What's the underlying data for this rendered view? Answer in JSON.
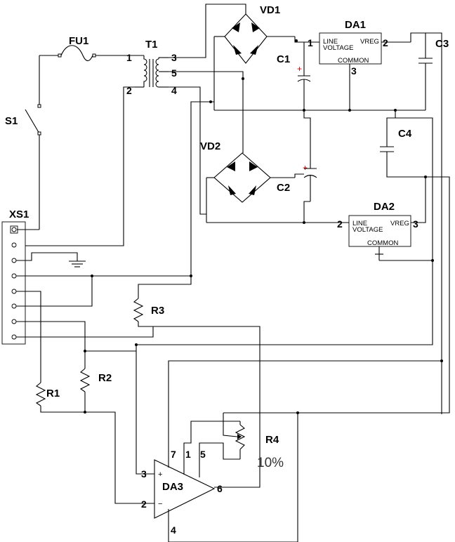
{
  "components": {
    "fu1": "FU1",
    "t1": "T1",
    "vd1": "VD1",
    "da1": "DA1",
    "c1": "C1",
    "c3": "C3",
    "s1": "S1",
    "c4": "C4",
    "vd2": "VD2",
    "c2": "C2",
    "xs1": "XS1",
    "da2": "DA2",
    "r3": "R3",
    "r2": "R2",
    "r1": "R1",
    "r4": "R4",
    "da3": "DA3",
    "r4_value": "10%"
  },
  "regulator": {
    "line_voltage_top": "LINE",
    "line_voltage_bottom": "VOLTAGE",
    "vreg": "VREG",
    "common": "COMMON"
  },
  "pins": {
    "t1_1": "1",
    "t1_2": "2",
    "t1_3": "3",
    "t1_4": "4",
    "t1_5": "5",
    "da1_1": "1",
    "da1_2": "2",
    "da1_3": "3",
    "da2_2": "2",
    "da2_3": "3",
    "da3_7": "7",
    "da3_1": "1",
    "da3_5": "5",
    "da3_3": "3",
    "da3_2": "2",
    "da3_6": "6",
    "da3_4": "4"
  },
  "opamp": {
    "plus": "+",
    "minus": "−"
  },
  "polarity": {
    "c1": "+",
    "c2": "+"
  }
}
